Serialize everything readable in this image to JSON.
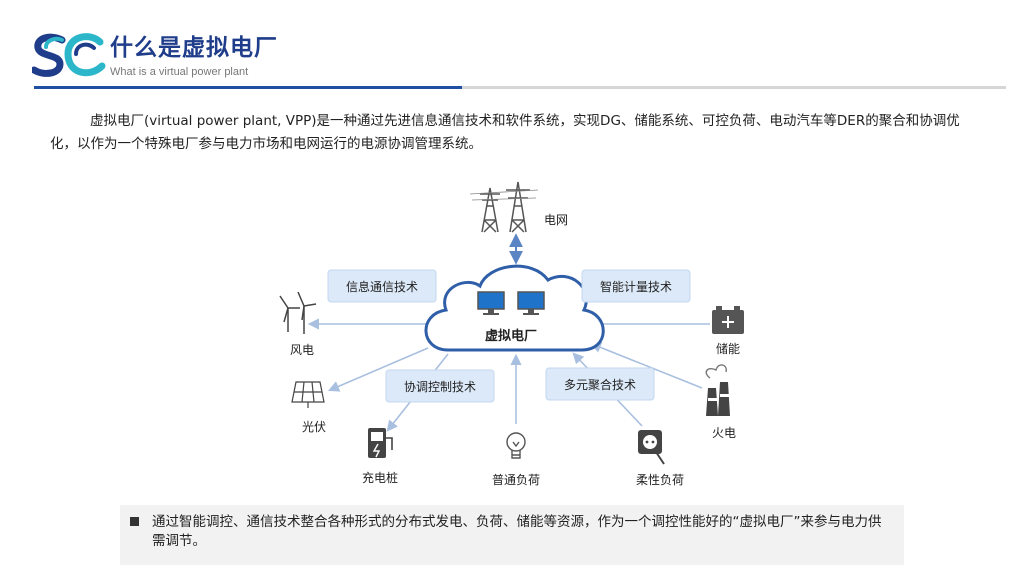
{
  "header": {
    "logo_text": "SC",
    "title": "什么是虚拟电厂",
    "subtitle": "What is a virtual power plant"
  },
  "intro": "虚拟电厂(virtual power plant, VPP)是一种通过先进信息通信技术和软件系统，实现DG、储能系统、可控负荷、电动汽车等DER的聚合和协调优化，以作为一个特殊电厂参与电力市场和电网运行的电源协调管理系统。",
  "diagram": {
    "center": "虚拟电厂",
    "grid": "电网",
    "techs": {
      "ict": "信息通信技术",
      "metering": "智能计量技术",
      "coordination": "协调控制技术",
      "aggregation": "多元聚合技术"
    },
    "nodes": {
      "wind": "风电",
      "storage": "储能",
      "solar": "光伏",
      "thermal": "火电",
      "charger": "充电桩",
      "ordinary_load": "普通负荷",
      "flexible_load": "柔性负荷"
    }
  },
  "note": "通过智能调控、通信技术整合各种形式的分布式发电、负荷、储能等资源，作为一个调控性能好的“虚拟电厂”来参与电力供需调节。",
  "colors": {
    "primary": "#1f3d8a",
    "accent_cyan": "#2bb6c9",
    "arrow": "#a9bfe0",
    "tech_box": "#dce9f8"
  }
}
